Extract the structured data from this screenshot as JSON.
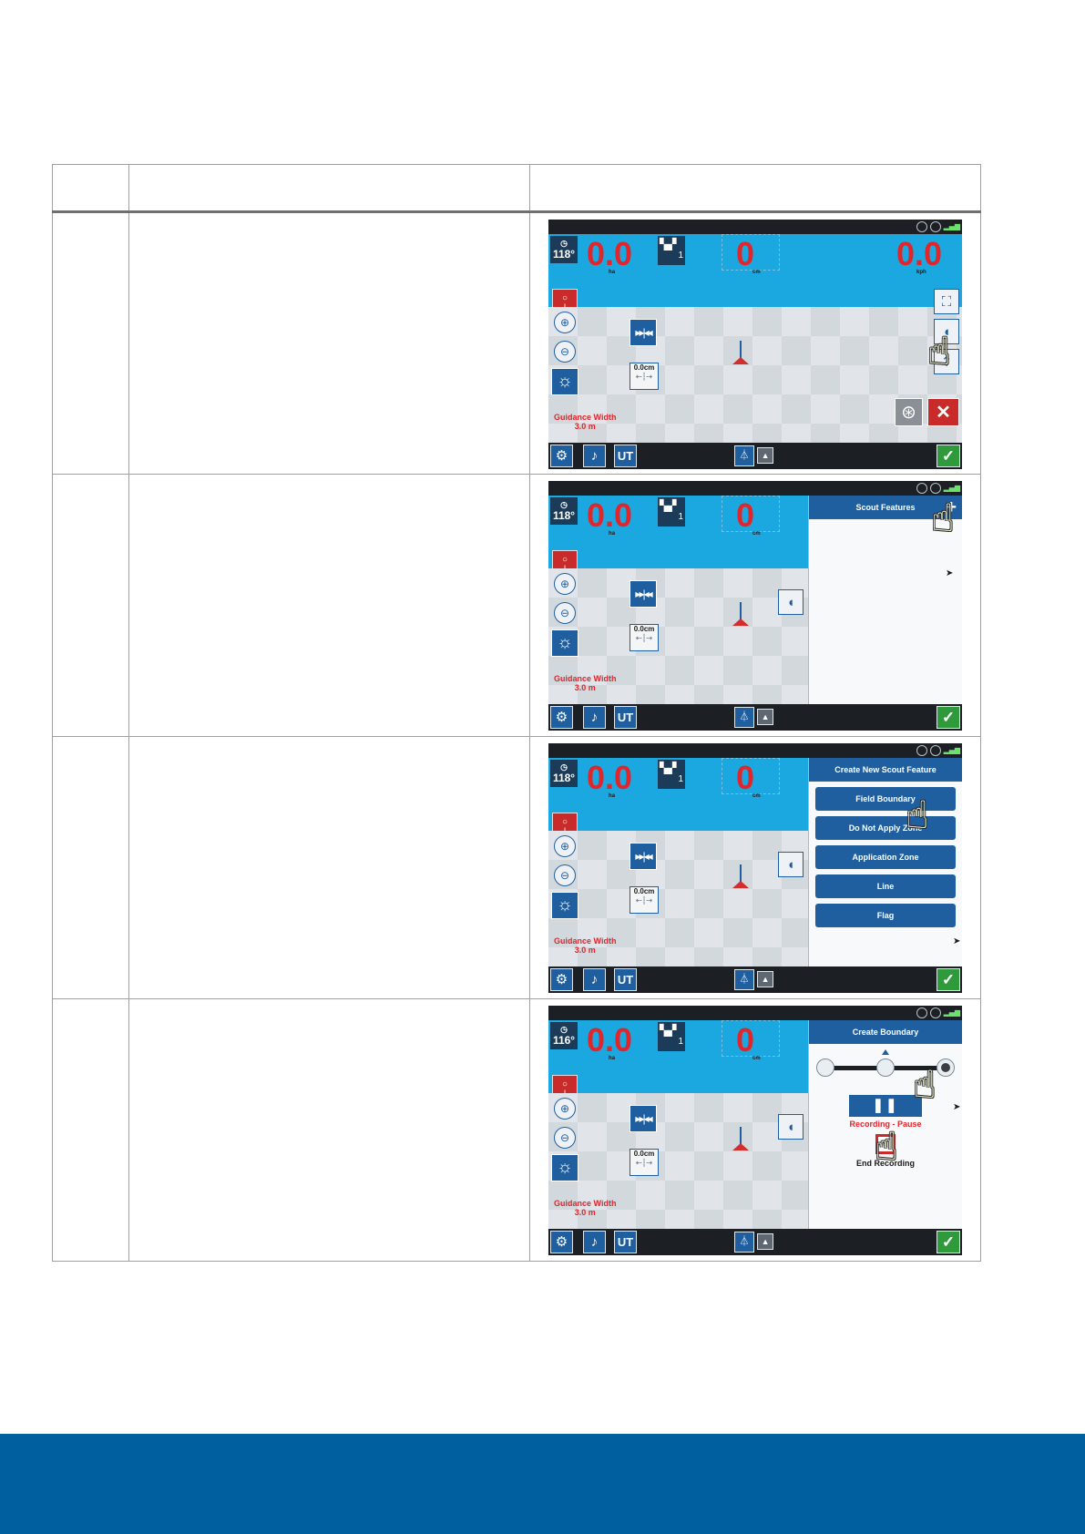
{
  "table": {
    "headers": [
      "",
      "",
      ""
    ]
  },
  "screens": [
    {
      "heading": "118°",
      "area": "0.0",
      "area_unit": "ha",
      "field": "1",
      "xtrack": "0",
      "xtrack_unit": "cm",
      "speed": "0.0",
      "speed_unit": "kph",
      "offset": "0.0",
      "offset_unit": "cm",
      "guidance_label": "Guidance Width",
      "guidance_value": "3.0",
      "guidance_unit": "m"
    },
    {
      "heading": "118°",
      "area": "0.0",
      "area_unit": "ha",
      "field": "1",
      "xtrack": "0",
      "xtrack_unit": "cm",
      "offset": "0.0",
      "offset_unit": "cm",
      "guidance_label": "Guidance Width",
      "guidance_value": "3.0",
      "guidance_unit": "m",
      "panel_title": "Scout Features"
    },
    {
      "heading": "118°",
      "area": "0.0",
      "area_unit": "ha",
      "field": "1",
      "xtrack": "0",
      "xtrack_unit": "cm",
      "offset": "0.0",
      "offset_unit": "cm",
      "guidance_label": "Guidance Width",
      "guidance_value": "3.0",
      "guidance_unit": "m",
      "panel_title": "Create New Scout Feature",
      "menu": [
        "Field Boundary",
        "Do Not Apply Zone",
        "Application Zone",
        "Line",
        "Flag"
      ]
    },
    {
      "heading": "116°",
      "area": "0.0",
      "area_unit": "ha",
      "field": "1",
      "xtrack": "0",
      "xtrack_unit": "cm",
      "offset": "0.0",
      "offset_unit": "cm",
      "guidance_label": "Guidance Width",
      "guidance_value": "3.0",
      "guidance_unit": "m",
      "panel_title": "Create Boundary",
      "recording_status": "Recording - Pause",
      "end_label": "End Recording"
    }
  ],
  "toolbar": {
    "ut_label": "UT",
    "settings_icon": "gear-icon",
    "alarm_icon": "bell-icon",
    "confirm_icon": "check-icon"
  },
  "colors": {
    "screen_blue": "#1ba8e0",
    "button_blue": "#1f5f9f",
    "value_red": "#e0252b",
    "footer_blue": "#005f9e"
  }
}
